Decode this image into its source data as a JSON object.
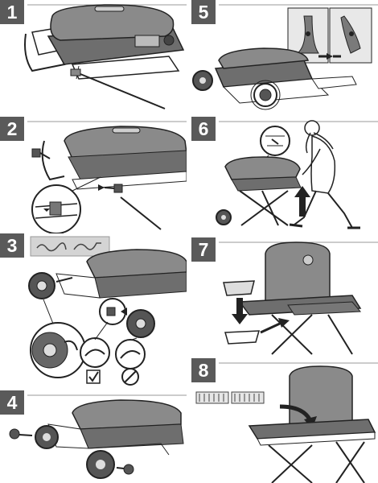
{
  "steps": [
    {
      "number": "1"
    },
    {
      "number": "2"
    },
    {
      "number": "3"
    },
    {
      "number": "4"
    },
    {
      "number": "5"
    },
    {
      "number": "6"
    },
    {
      "number": "7"
    },
    {
      "number": "8"
    }
  ],
  "icons": {
    "correct": "check-mark",
    "incorrect": "prohibited-circle"
  },
  "colors": {
    "badge": "#5a5a5a",
    "grill_lid": "#8a8a8a",
    "grill_body": "#6e6e6e",
    "line": "#222222",
    "hint_box": "#d4d4d4"
  }
}
